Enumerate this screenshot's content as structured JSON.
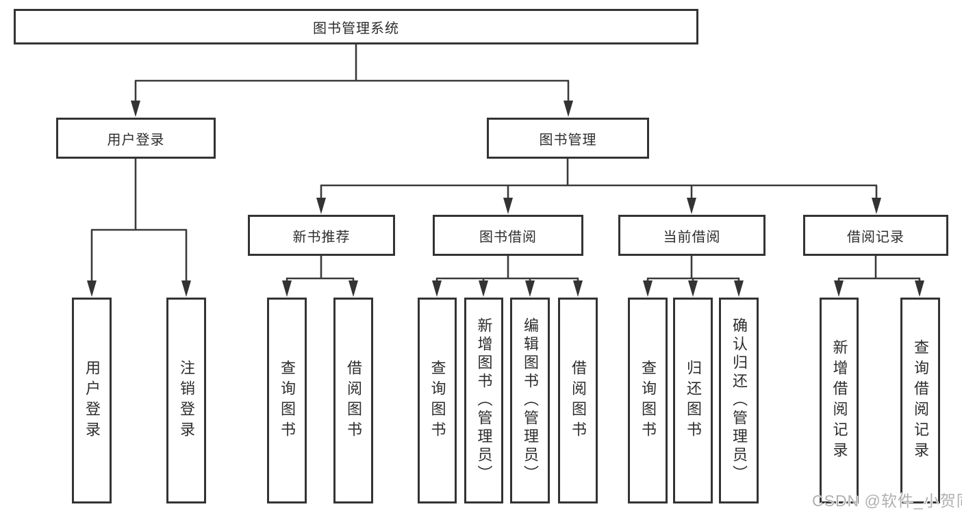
{
  "diagram_title": "图书管理系统",
  "nodes": {
    "root": "图书管理系统",
    "level2": {
      "user_login": "用户登录",
      "book_mgmt": "图书管理"
    },
    "level3": {
      "new_book_rec": "新书推荐",
      "book_borrow": "图书借阅",
      "current_borrow": "当前借阅",
      "borrow_records": "借阅记录"
    },
    "leaves": [
      "用户登录",
      "注销登录",
      "查询图书",
      "借阅图书",
      "查询图书",
      "新增图书（管理员）",
      "编辑图书（管理员）",
      "借阅图书",
      "查询图书",
      "归还图书",
      "确认归还（管理员）",
      "新增借阅记录",
      "查询借阅记录"
    ]
  },
  "watermark": "CSDN @软件_小贺同学",
  "colors": {
    "background": "#ffffff",
    "box_border": "#333333",
    "line": "#3a3a3a",
    "text": "#2d2d2d",
    "watermark": "#b0b0b0"
  }
}
